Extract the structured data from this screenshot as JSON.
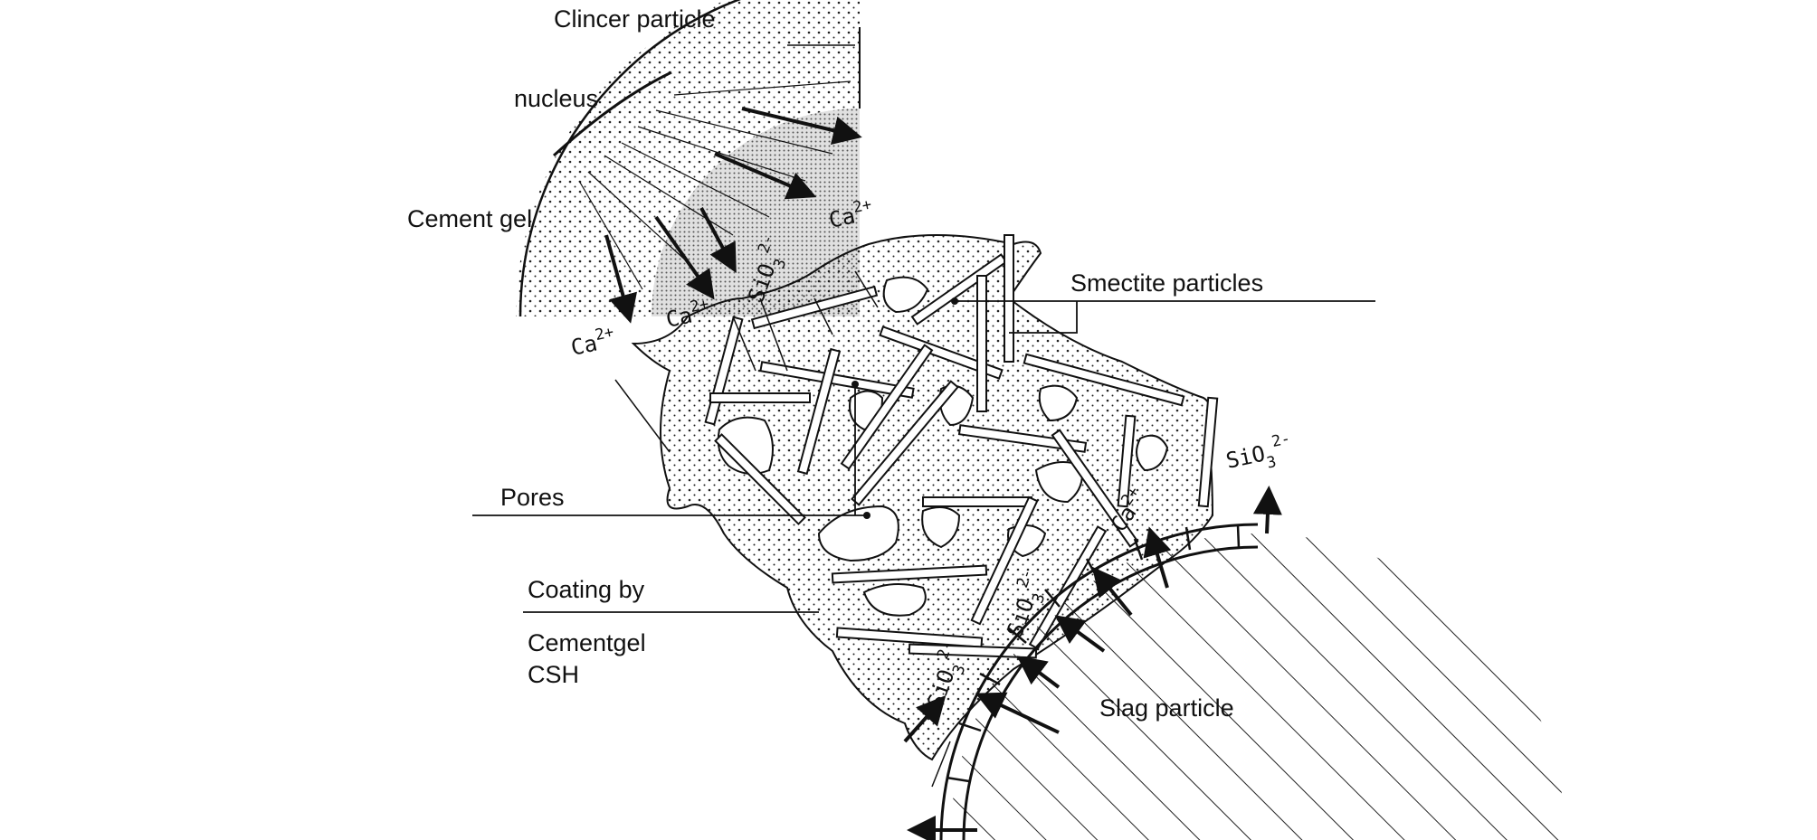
{
  "labels": {
    "clincer_particle": "Clincer particle",
    "nucleus": "nucleus",
    "cement_gel": "Cement gel",
    "smectite_particles": "Smectite particles",
    "pores": "Pores",
    "coating_by": "Coating by",
    "cementgel": "Cementgel",
    "csh": "CSH",
    "slag_particle": "Slag particle"
  },
  "ions": {
    "calcium_base": "Ca",
    "calcium_charge": "2+",
    "silicate_base": "SiO",
    "silicate_sub": "3",
    "silicate_charge": "2-"
  },
  "colors": {
    "ink": "#111111",
    "background": "#ffffff"
  }
}
